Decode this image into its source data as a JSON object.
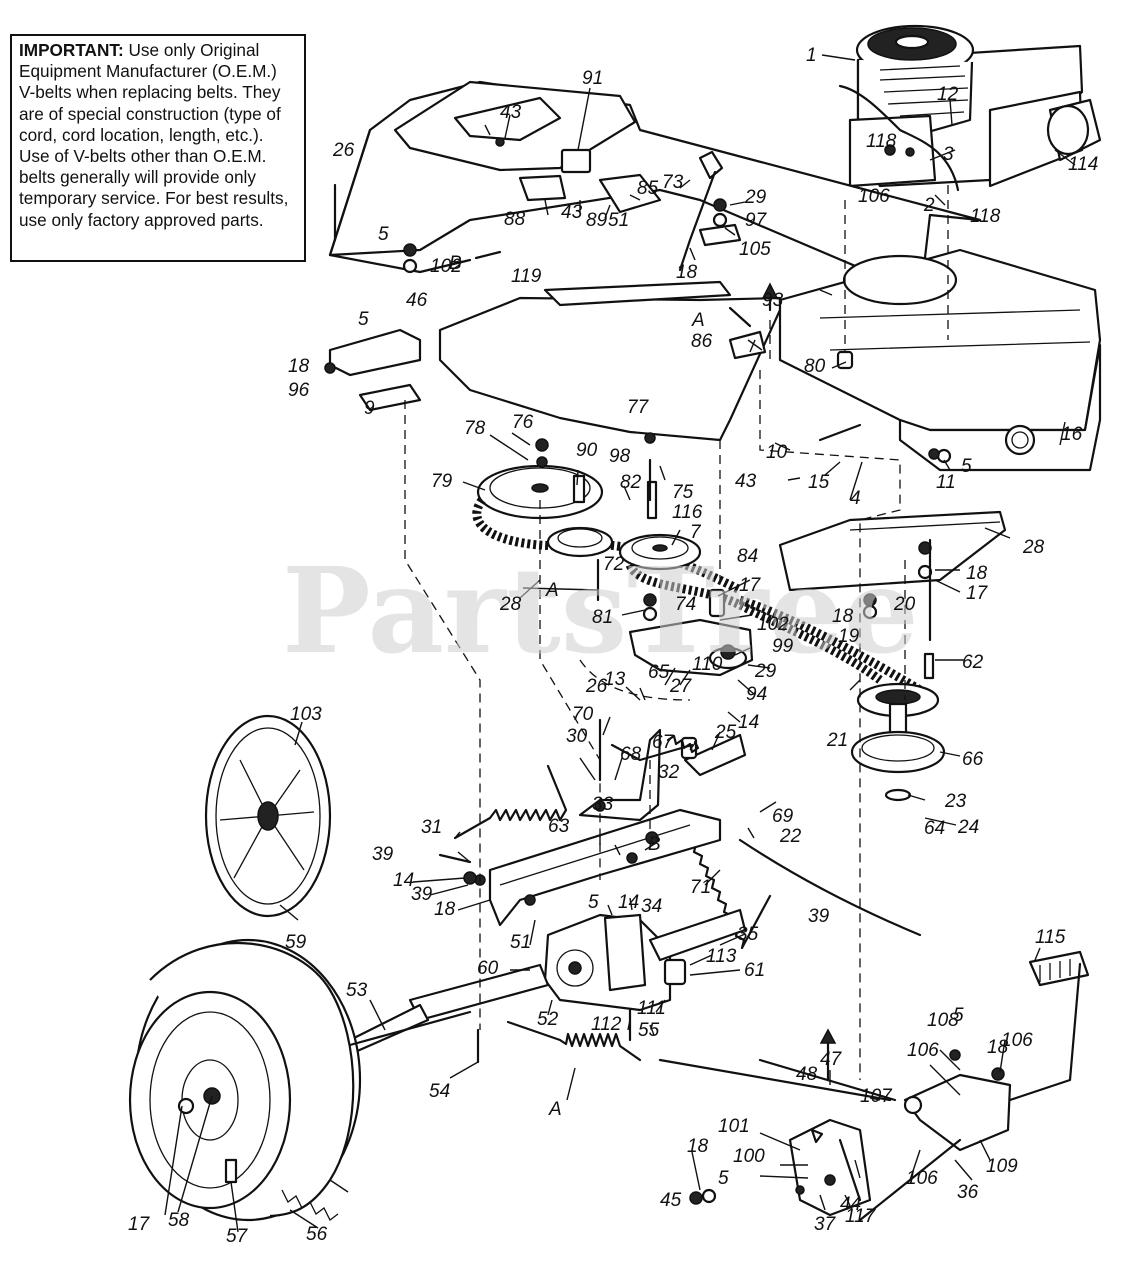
{
  "notice": {
    "heading": "IMPORTANT:",
    "body": " Use only Original Equipment Manufacturer (O.E.M.) V-belts when replacing belts. They are of special construction (type of cord, cord location, length, etc.). Use of V-belts other than O.E.M. belts generally will provide only temporary service. For best results, use only factory approved parts."
  },
  "watermark": "PartsTree",
  "part_labels": [
    "1",
    "12",
    "3",
    "118",
    "106",
    "114",
    "2",
    "118",
    "91",
    "43",
    "73",
    "29",
    "97",
    "105",
    "26",
    "88",
    "43",
    "89",
    "85",
    "51",
    "18",
    "5",
    "102",
    "B",
    "119",
    "46",
    "A",
    "93",
    "86",
    "5",
    "18",
    "96",
    "9",
    "80",
    "77",
    "76",
    "78",
    "90",
    "98",
    "75",
    "79",
    "82",
    "116",
    "7",
    "10",
    "43",
    "15",
    "4",
    "5",
    "11",
    "16",
    "28",
    "84",
    "17",
    "18",
    "17",
    "18",
    "19",
    "20",
    "62",
    "A",
    "72",
    "81",
    "74",
    "28",
    "102",
    "99",
    "65",
    "110",
    "29",
    "27",
    "94",
    "14",
    "13",
    "26",
    "70",
    "30",
    "68",
    "67",
    "25",
    "21",
    "66",
    "31",
    "32",
    "33",
    "63",
    "69",
    "22",
    "23",
    "24",
    "64",
    "39",
    "14",
    "39",
    "B",
    "18",
    "5",
    "14",
    "34",
    "71",
    "39",
    "51",
    "35",
    "113",
    "61",
    "60",
    "53",
    "52",
    "112",
    "111",
    "55",
    "54",
    "A",
    "47",
    "48",
    "115",
    "108",
    "5",
    "18",
    "106",
    "106",
    "107",
    "101",
    "100",
    "5",
    "18",
    "45",
    "44",
    "106",
    "109",
    "36",
    "37",
    "117",
    "103",
    "59",
    "17",
    "58",
    "57",
    "56"
  ]
}
